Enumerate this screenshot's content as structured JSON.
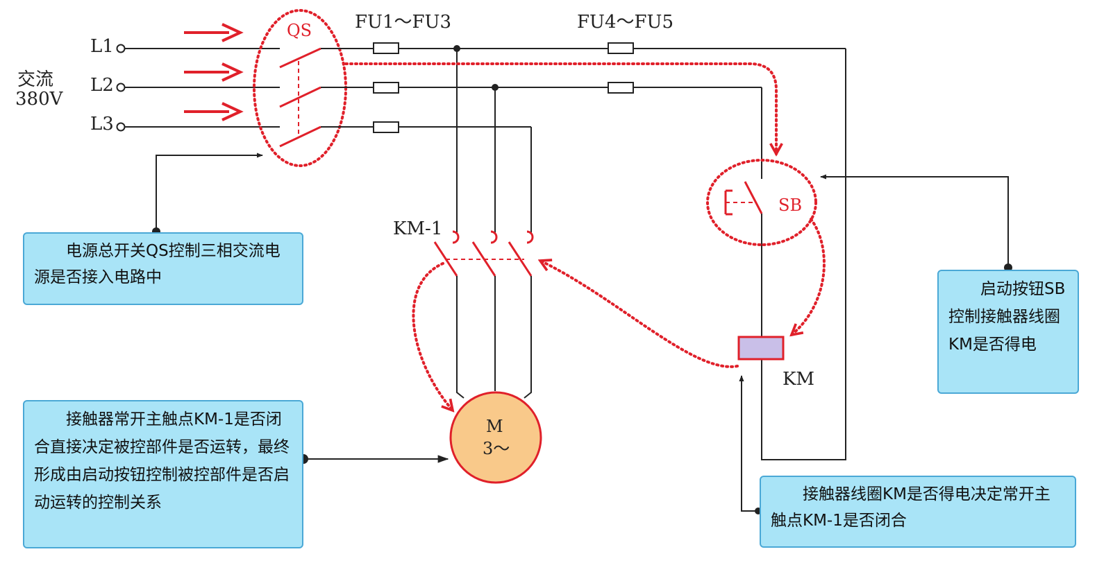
{
  "source": {
    "caption": "交流",
    "voltage": "380V"
  },
  "phases": [
    "L1",
    "L2",
    "L3"
  ],
  "labels": {
    "qs": "QS",
    "fuses_main": "FU1～FU3",
    "fuses_ctrl": "FU4～FU5",
    "km_contact": "KM-1",
    "sb": "SB",
    "km_coil": "KM",
    "motor_m": "M",
    "motor_phase": "3～"
  },
  "notes": {
    "qs": "电源总开关QS控制三相交流电源是否接入电路中",
    "sb": "启动按钮SB控制接触器线圈KM是否得电",
    "km1": "接触器常开主触点KM-1是否闭合直接决定被控部件是否运转，最终形成由启动按钮控制被控部件是否启动运转的控制关系",
    "km": "接触器线圈KM是否得电决定常开主触点KM-1是否闭合"
  },
  "colors": {
    "wire": "#222222",
    "accent_red": "#e0202a",
    "note_fill": "#a9e4f7",
    "note_border": "#4aa8d6",
    "motor_fill": "#f9c98a",
    "coil_fill": "#c9bfe8"
  }
}
